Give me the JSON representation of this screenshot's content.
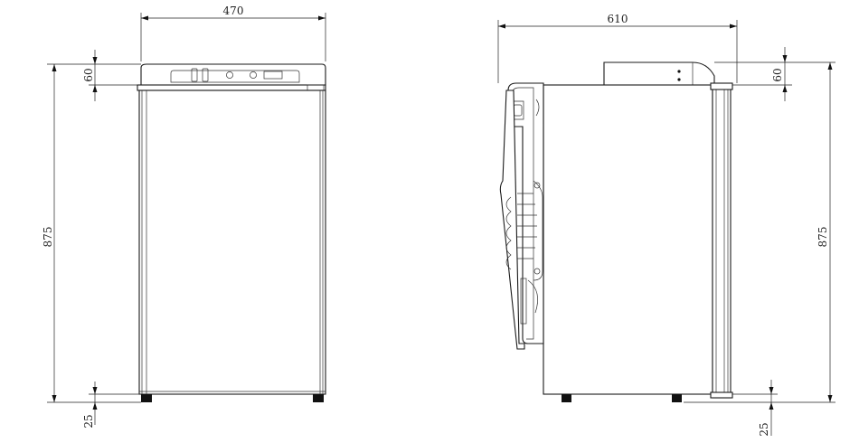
{
  "drawing": {
    "front_view": {
      "width": "470",
      "height": "875",
      "top_height": "60",
      "foot_height": "25"
    },
    "side_view": {
      "depth": "610",
      "height": "875",
      "top_height": "60",
      "foot_height": "25"
    }
  }
}
